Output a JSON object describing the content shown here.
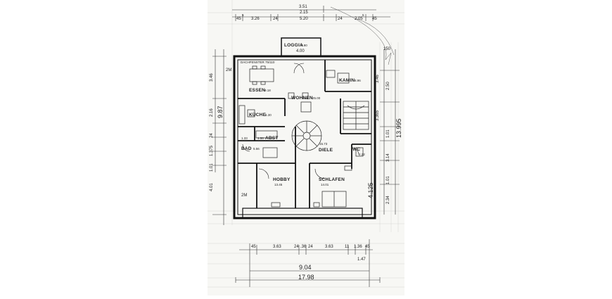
{
  "rooms": {
    "loggia": {
      "name": "LOGGIA",
      "area": "9.90"
    },
    "kamin": {
      "name": "KAMIN",
      "area": "8.96"
    },
    "essen": {
      "name": "ESSEN",
      "area": "9.18"
    },
    "wohnen": {
      "name": "WOHNEN",
      "area": "25.00"
    },
    "kueche": {
      "name": "KÜCHE",
      "area": "6.30"
    },
    "abst": {
      "name": "ABST",
      "area": "1.58"
    },
    "small": {
      "name": "",
      "area": "1.33"
    },
    "bad": {
      "name": "BAD",
      "area": "5.56"
    },
    "diele": {
      "name": "DIELE",
      "area": "15.73"
    },
    "wc": {
      "name": "WC",
      "area": "2.22"
    },
    "hobby": {
      "name": "HOBBY",
      "area": "13.45"
    },
    "schlafen": {
      "name": "SCHLAFEN",
      "area": "14.01"
    }
  },
  "labels": {
    "dachfenster": "DACHFENSTER 75/110",
    "loggia_width": "4.00",
    "two_m_top": "2M",
    "two_m_bottom": "2M"
  },
  "dims_top": {
    "d1": "3.51",
    "d2": "2.15",
    "d3": "5.20",
    "d4": "45",
    "d4e": "5",
    "d5": "3.26",
    "d6": "24",
    "d7": "24",
    "d8": "2.05",
    "d9": "5",
    "d10": "45",
    "d11": "150"
  },
  "dims_left": {
    "d1": "3.46",
    "d2": "9.87",
    "d3": "2.16",
    "d4": "24",
    "d5": "1.375",
    "d6": "1.01",
    "d7": "4.01"
  },
  "dims_right": {
    "d1": "3.46",
    "d2": "2.50",
    "d3": "3.365",
    "d4": "13.995",
    "d5": "1.01",
    "d6": "4.125",
    "d7": "3.14",
    "d8": "2.34",
    "d9": "1.01"
  },
  "dims_bottom": {
    "d1": "45",
    "d2": "3.63",
    "d3": "24",
    "d4": ".36",
    "d5": "24",
    "d6": "3.63",
    "d7": "11",
    "d8": "1.36",
    "d9": "45",
    "d10": "9.04",
    "d11": "17.98",
    "d12": "1.47"
  }
}
